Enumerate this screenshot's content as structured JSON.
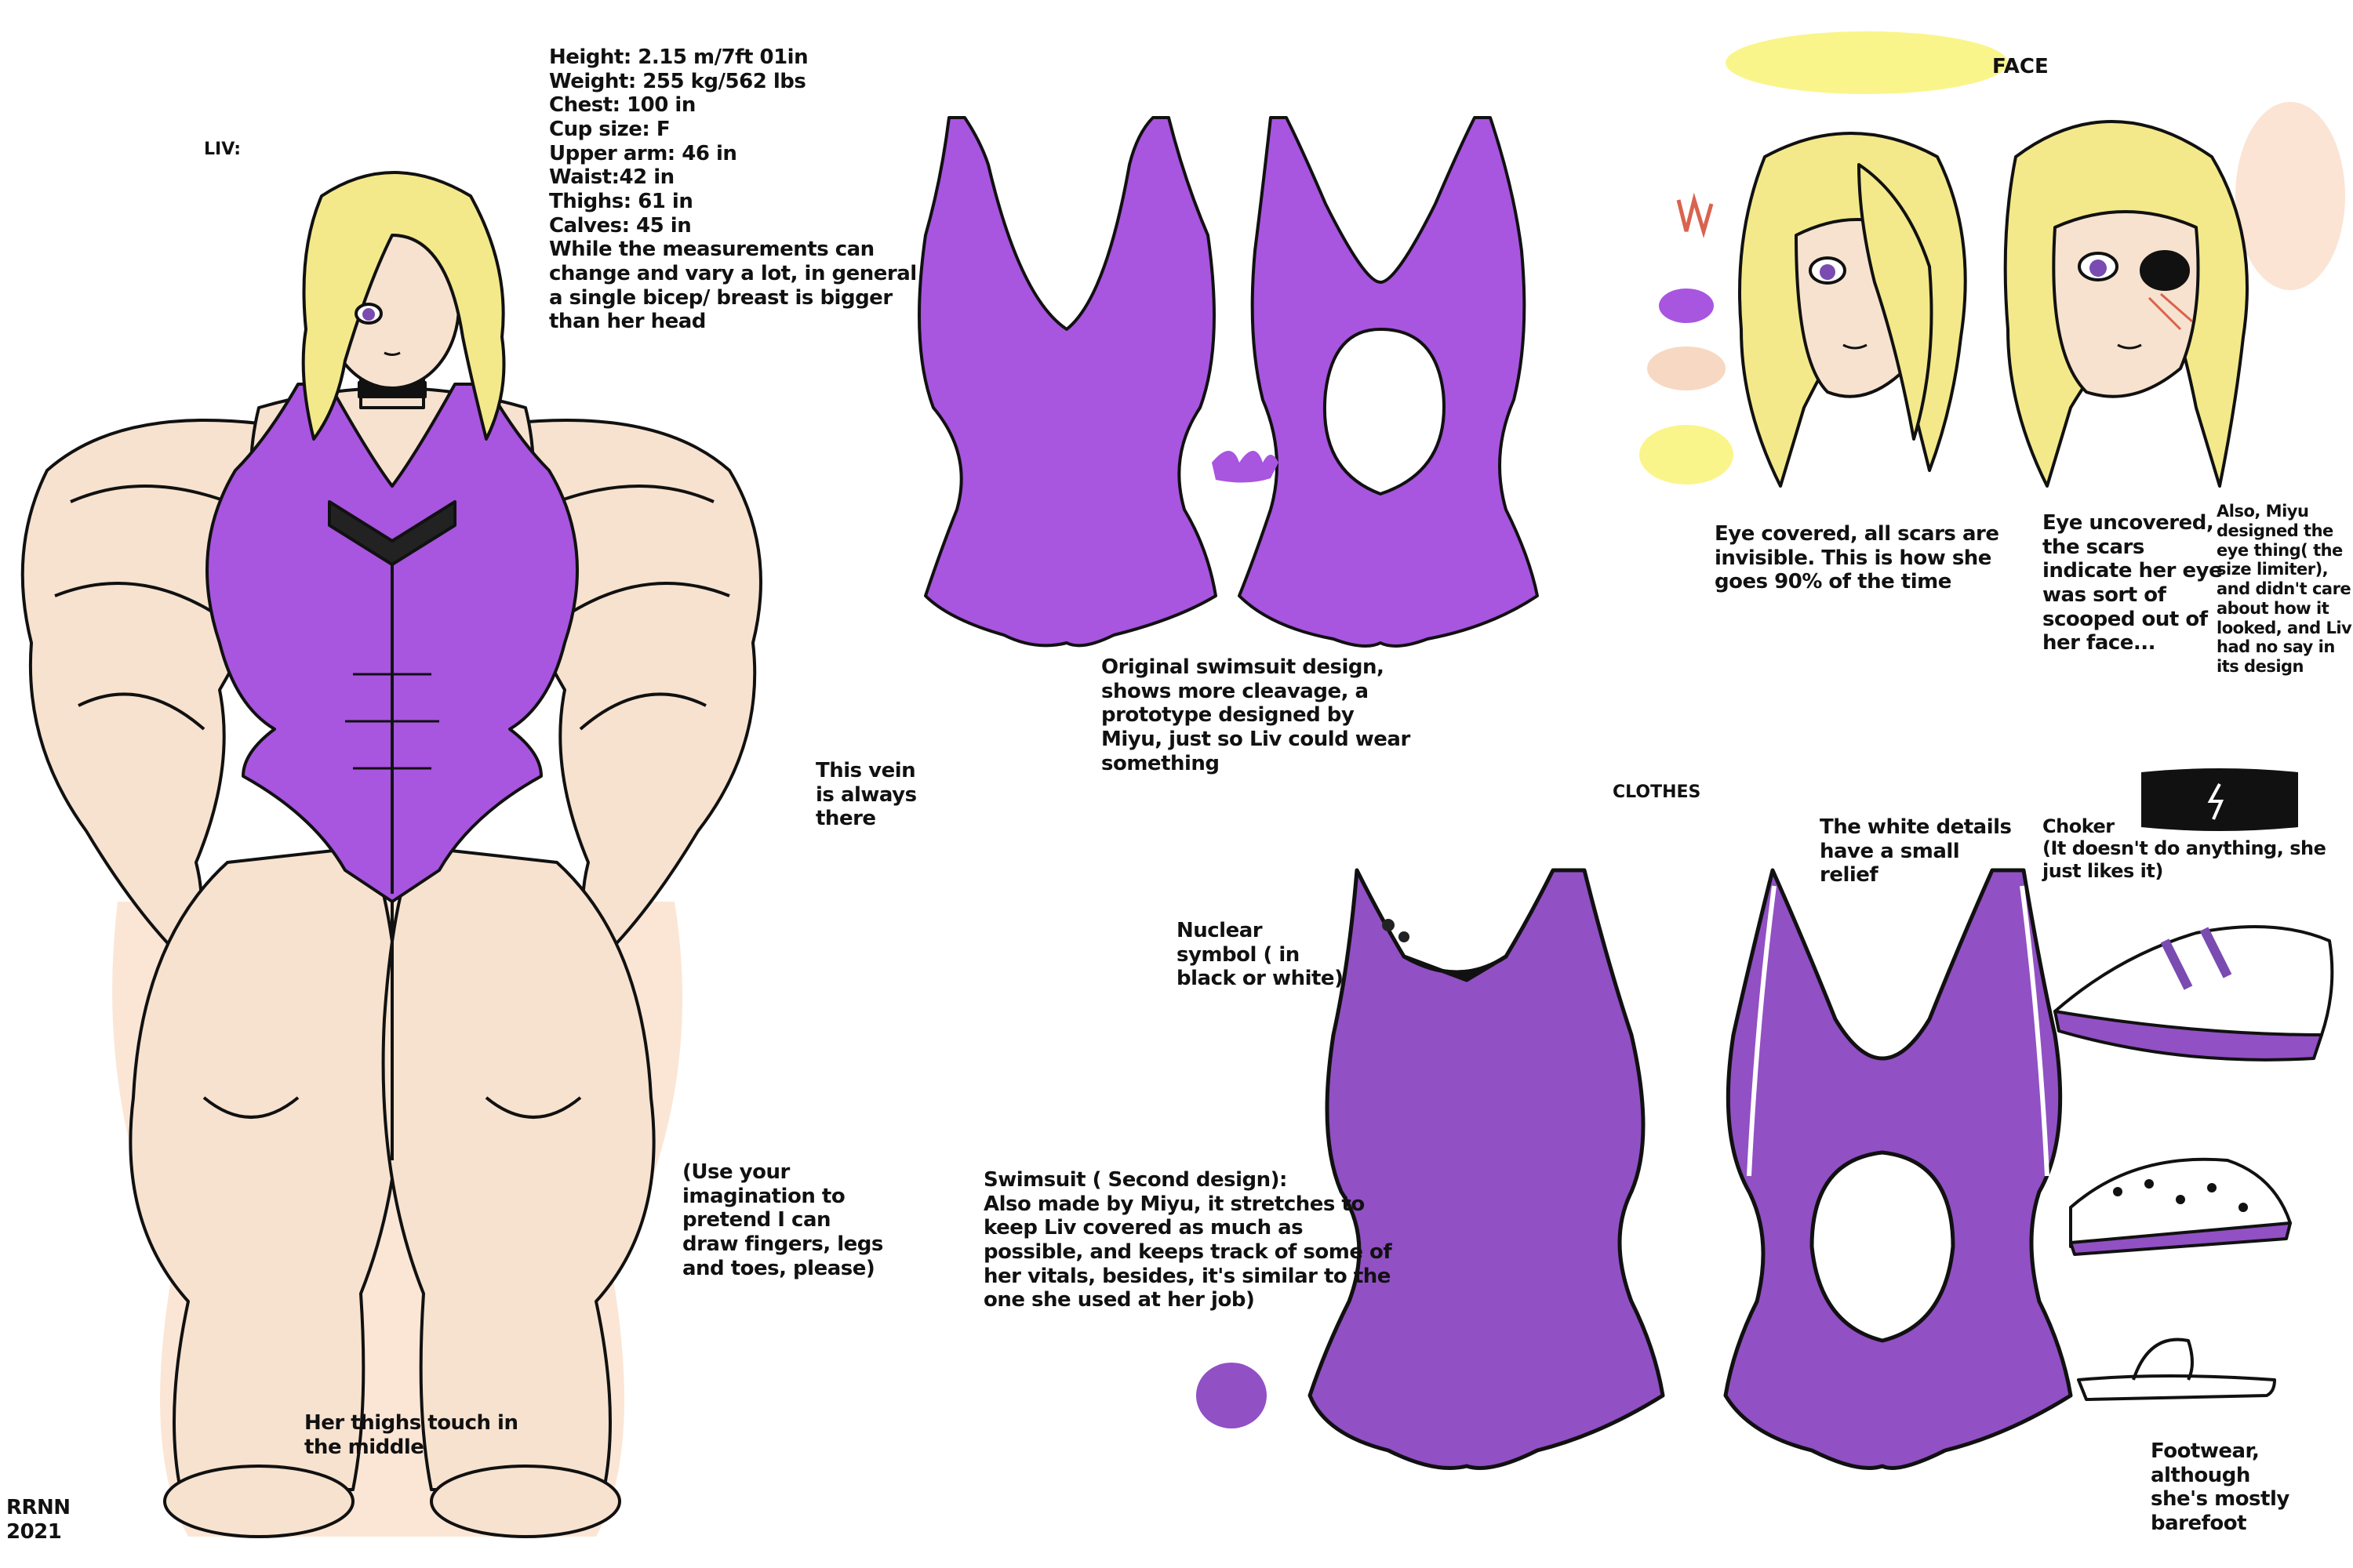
{
  "character_name": "LIV:",
  "stats": [
    "Height: 2.15 m/7ft 01in",
    "Weight: 255 kg/562 lbs",
    "Chest: 100 in",
    "Cup size: F",
    "Upper arm: 46 in",
    "Waist:42 in",
    "Thighs: 61 in",
    "Calves: 45 in"
  ],
  "stats_note": [
    "While the measurements can",
    "change and vary a lot, in general",
    "a single bicep/ breast is bigger",
    "than her head"
  ],
  "vein_note": [
    "This vein",
    "is always",
    "there"
  ],
  "imagination_note": [
    "(Use your",
    "imagination to",
    "pretend I can",
    "draw fingers, legs",
    "and toes, please)"
  ],
  "thighs_note": [
    "Her thighs touch in",
    "the middle"
  ],
  "signature": [
    "RRNN",
    "2021"
  ],
  "original_swimsuit_note": [
    "Original swimsuit design,",
    "shows more cleavage, a",
    "prototype designed by",
    "Miyu, just so Liv could wear",
    "something"
  ],
  "face_heading": "FACE",
  "eye_covered_note": [
    "Eye covered, all scars are",
    "invisible. This is how she",
    "goes 90% of the time"
  ],
  "eye_uncovered_note": [
    "Eye uncovered,",
    "the scars",
    "indicate her eye",
    "was sort of",
    "scooped out of",
    "her face..."
  ],
  "miyu_note": [
    "Also, Miyu",
    "designed the",
    "eye thing( the",
    "size limiter),",
    "and didn't care",
    "about how it",
    "looked, and Liv",
    "had no say in",
    "its design"
  ],
  "clothes_heading": "CLOTHES",
  "nuclear_note": [
    "Nuclear",
    "symbol ( in",
    "black or white)"
  ],
  "white_details_note": [
    "The white details",
    "have a small",
    "relief"
  ],
  "choker_note": [
    "Choker",
    "(It doesn't do anything, she",
    "just likes it)"
  ],
  "second_swimsuit_note": [
    "Swimsuit ( Second design):",
    "Also made by Miyu, it stretches to",
    "keep Liv covered as much as",
    "possible, and keeps track of some of",
    "her vitals, besides, it's similar to the",
    "one she used at her job)"
  ],
  "footwear_note": [
    "Footwear,",
    "although",
    "she's mostly",
    "barefoot"
  ],
  "colors": {
    "purple": "#a855e0",
    "purple_dark": "#9150c4",
    "skin": "#f7e2cf",
    "hair": "#f3e98a",
    "hair_swatch": "#faf58a",
    "outline": "#111111",
    "scar_red": "#d9634f"
  }
}
